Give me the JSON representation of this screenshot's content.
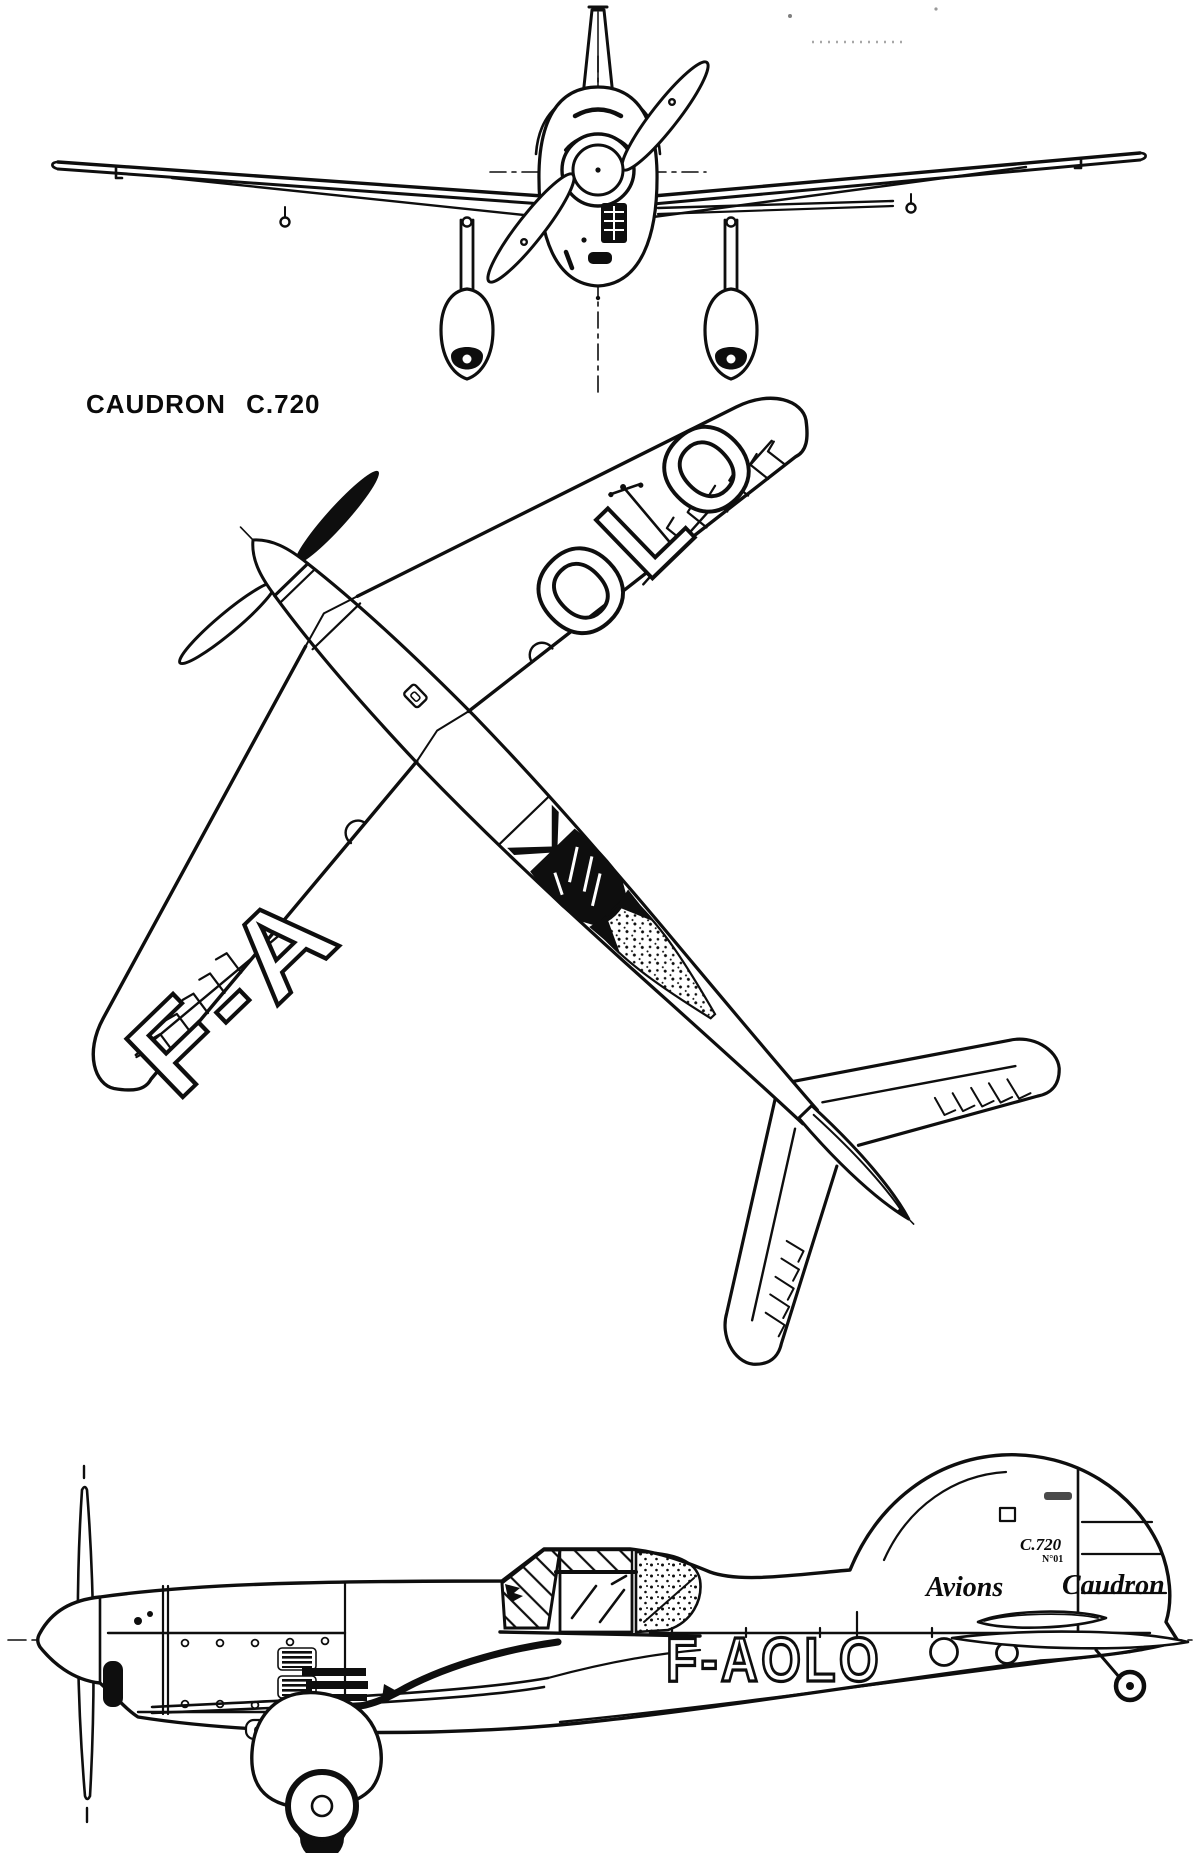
{
  "page": {
    "background": "#ffffff",
    "ink": "#0e0e0e"
  },
  "title": "CAUDRON C.720",
  "top_view": {
    "right_wing_registration": "OLO",
    "left_wing_registration": "F-A"
  },
  "side_view": {
    "fuselage_registration": "F-AOLO",
    "fin_model": "C.720",
    "fin_serial": "N°01",
    "fin_script_left": "Avions",
    "fin_script_right": "Caudron"
  }
}
